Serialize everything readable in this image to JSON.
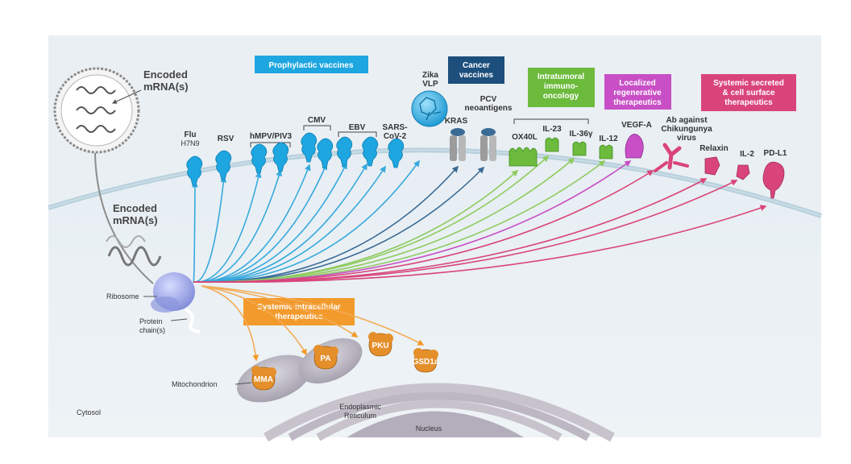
{
  "virus_label": [
    "Encoded",
    "mRNA(s)"
  ],
  "cell_label": [
    "Encoded",
    "mRNA(s)"
  ],
  "ribosome_label": "Ribosome",
  "protein_chain_label": [
    "Protein",
    "chain(s)"
  ],
  "mitochondrion_label": "Mitochondrion",
  "cytosol_label": "Cytosol",
  "er_label": [
    "Endoplasmic",
    "Reticulum"
  ],
  "nucleus_label": "Nucleus",
  "categories": {
    "prophylactic": {
      "text": [
        "Prophylactic vaccines"
      ],
      "color": "#1ea6e0"
    },
    "cancer": {
      "text": [
        "Cancer",
        "vaccines"
      ],
      "color": "#1d4f7c"
    },
    "immuno": {
      "text": [
        "Intratumoral",
        "immuno-",
        "oncology"
      ],
      "color": "#6cbb3c"
    },
    "regen": {
      "text": [
        "Localized",
        "regenerative",
        "therapeutics"
      ],
      "color": "#c84fc6"
    },
    "systemic_secreted": {
      "text": [
        "Systemic secreted",
        "& cell surface",
        "therapeutics"
      ],
      "color": "#d9457a"
    },
    "intracellular": {
      "text": [
        "Systemic intracellular",
        "therapeutics"
      ],
      "color": "#f39a2c"
    }
  },
  "group_brackets": {
    "hmpv": "hMPV/PIV3",
    "cmv": "CMV",
    "ebv": "EBV"
  },
  "proteins": [
    {
      "label": [
        "Flu"
      ],
      "sub": "H7N9",
      "color": "#1ea6e0"
    },
    {
      "label": [
        "RSV"
      ],
      "color": "#1ea6e0"
    },
    {
      "label": [
        "SARS-",
        "CoV-2"
      ],
      "color": "#1ea6e0"
    },
    {
      "label": [
        "Zika",
        "VLP"
      ],
      "color": "#1ea6e0"
    },
    {
      "label": [
        "KRAS"
      ],
      "color": "#1d4f7c"
    },
    {
      "label": [
        "PCV",
        "neoantigens"
      ],
      "color": "#1d4f7c"
    },
    {
      "label": [
        "OX40L"
      ],
      "color": "#6cbb3c"
    },
    {
      "label": [
        "IL-23"
      ],
      "color": "#6cbb3c"
    },
    {
      "label": [
        "IL-36γ"
      ],
      "color": "#6cbb3c"
    },
    {
      "label": [
        "IL-12"
      ],
      "color": "#6cbb3c"
    },
    {
      "label": [
        "VEGF-A"
      ],
      "color": "#c84fc6"
    },
    {
      "label": [
        "Ab against",
        "Chikungunya",
        "virus"
      ],
      "color": "#d9457a"
    },
    {
      "label": [
        "Relaxin"
      ],
      "color": "#d9457a"
    },
    {
      "label": [
        "IL-2"
      ],
      "color": "#d9457a"
    },
    {
      "label": [
        "PD-L1"
      ],
      "color": "#d9457a"
    }
  ],
  "intracellular_targets": [
    "MMA",
    "PA",
    "PKU",
    "GSD1a"
  ]
}
